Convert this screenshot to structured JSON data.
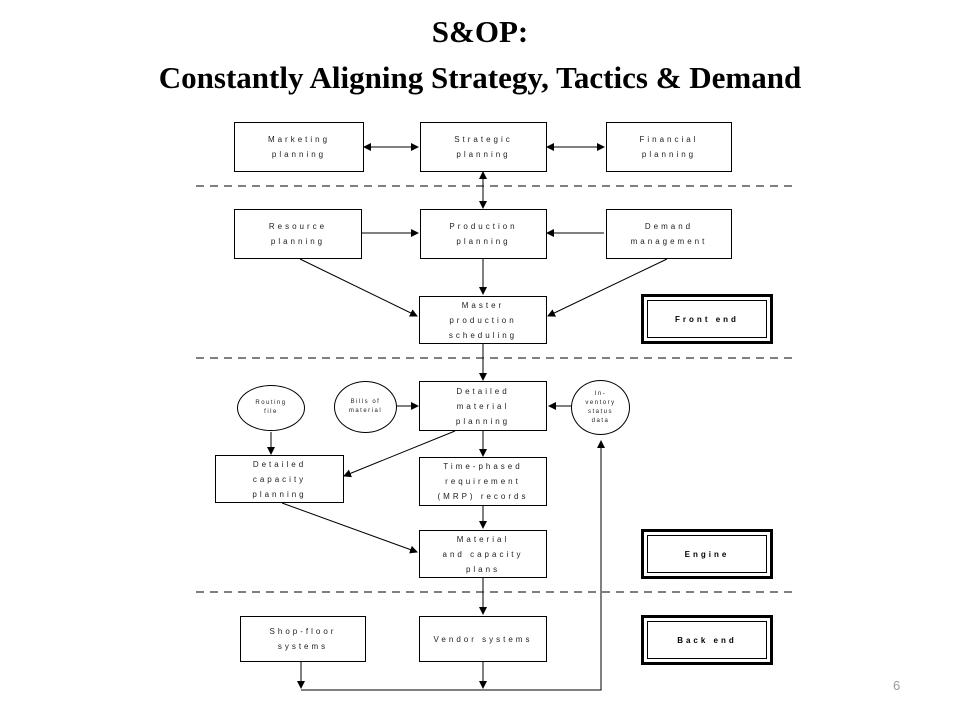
{
  "title": {
    "line1": "S&OP:",
    "line2": "Constantly Aligning Strategy, Tactics & Demand"
  },
  "boxes": {
    "marketing": [
      "Marketing",
      "planning"
    ],
    "strategic": [
      "Strategic",
      "planning"
    ],
    "financial": [
      "Financial",
      "planning"
    ],
    "resource": [
      "Resource",
      "planning"
    ],
    "production": [
      "Production",
      "planning"
    ],
    "demand": [
      "Demand",
      "management"
    ],
    "mps": [
      "Master",
      "production",
      "scheduling"
    ],
    "detailed_material": [
      "Detailed",
      "material",
      "planning"
    ],
    "detailed_capacity": [
      "Detailed",
      "capacity",
      "planning"
    ],
    "time_phased": [
      "Time-phased",
      "requirement",
      "(MRP) records"
    ],
    "mat_cap_plans": [
      "Material",
      "and capacity",
      "plans"
    ],
    "shop_floor": [
      "Shop-floor",
      "systems"
    ],
    "vendor": [
      "Vendor systems"
    ]
  },
  "ovals": {
    "routing": [
      "Routing",
      "file"
    ],
    "bills": [
      "Bills of",
      "material"
    ],
    "inventory": [
      "In-",
      "ventory",
      "status",
      "data"
    ]
  },
  "tags": {
    "front_end": "Front end",
    "engine": "Engine",
    "back_end": "Back end"
  },
  "page_number": "6"
}
